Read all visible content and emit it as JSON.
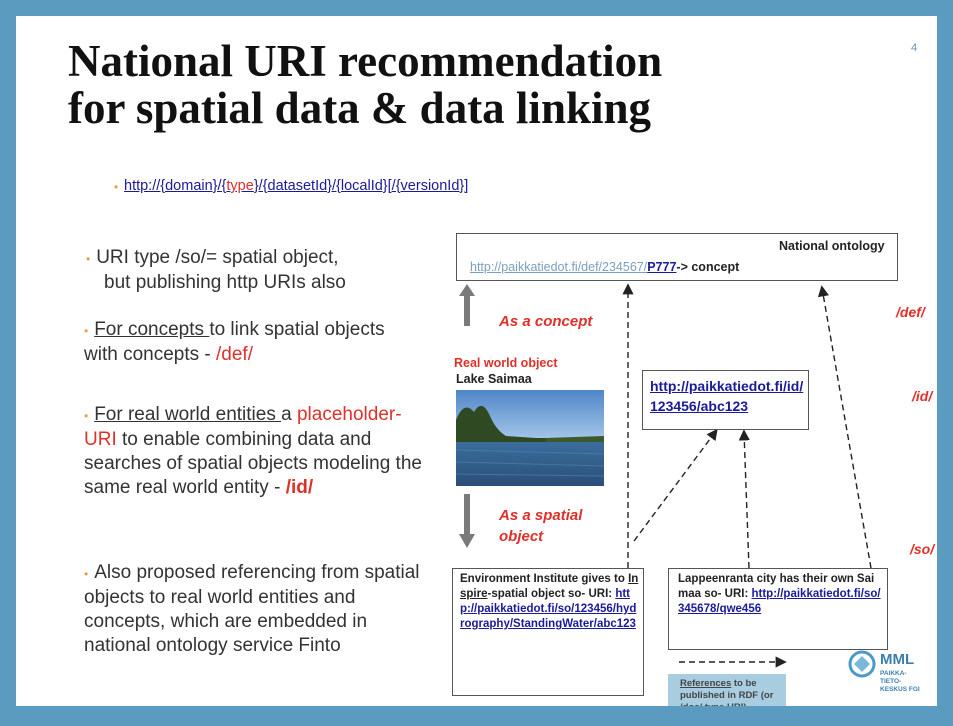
{
  "title": {
    "line1": "National URI recommendation",
    "line2": "for spatial data  & data linking"
  },
  "page_number": "4",
  "uri_pattern": {
    "part1": "http://{domain}/{",
    "part2_red": "type",
    "part3": "}/{datasetId}/{localId}[/{versionId}]"
  },
  "bullets": {
    "b1_line1": "URI type /so/= spatial object,",
    "b1_line2": "but publishing http URIs  also",
    "b2_ul": "For concepts ",
    "b2_rest": "to link spatial objects with concepts - ",
    "b2_red": "/def/",
    "b3_ul": "For real world entities ",
    "b3_a": "a ",
    "b3_red": "placeholder-URI",
    "b3_rest": " to enable combining data and searches of spatial objects modeling the same real world entity - ",
    "b3_redb": "/id/",
    "b4": "Also proposed referencing from spatial objects to real world entities and concepts, which are embedded in national ontology service Finto"
  },
  "diagram": {
    "nat_label": "National ontology",
    "nat_link_prefix": "http://paikkatiedot.fi/def/234567/",
    "nat_link_p": "P777",
    "nat_arrow": "-> concept",
    "lbl_def": "/def/",
    "lbl_id": "/id/",
    "lbl_so": "/so/",
    "as_concept": "As a concept",
    "as_spatial": "As a spatial object",
    "rw_label": "Real world object",
    "lake_label": "Lake Saimaa",
    "id_link": "http://paikkatiedot.fi/id/123456/abc123",
    "env_a": "Environment Institute gives to ",
    "env_ul": "Inspire",
    "env_b": "-spatial object so- URI:",
    "env_link": "http://paikkatiedot.fi/so/123456/hydrography/StandingWater/abc123",
    "lap_a": "Lappeenranta city has their own Saimaa so- URI:",
    "lap_link": "http://paikkatiedot.fi/so/345678/qwe456",
    "ref_ul": "References",
    "ref_rest": " to be published in RDF (or /doc/ type URI)",
    "mml": "MML",
    "mml_sub1": "PAIKKA-",
    "mml_sub2": "TIETO-",
    "mml_sub3": "KESKUS FGI"
  },
  "colors": {
    "accent_red": "#e0302a",
    "link_blue": "#1a1a9a",
    "frame_blue": "#5b9bbf"
  }
}
